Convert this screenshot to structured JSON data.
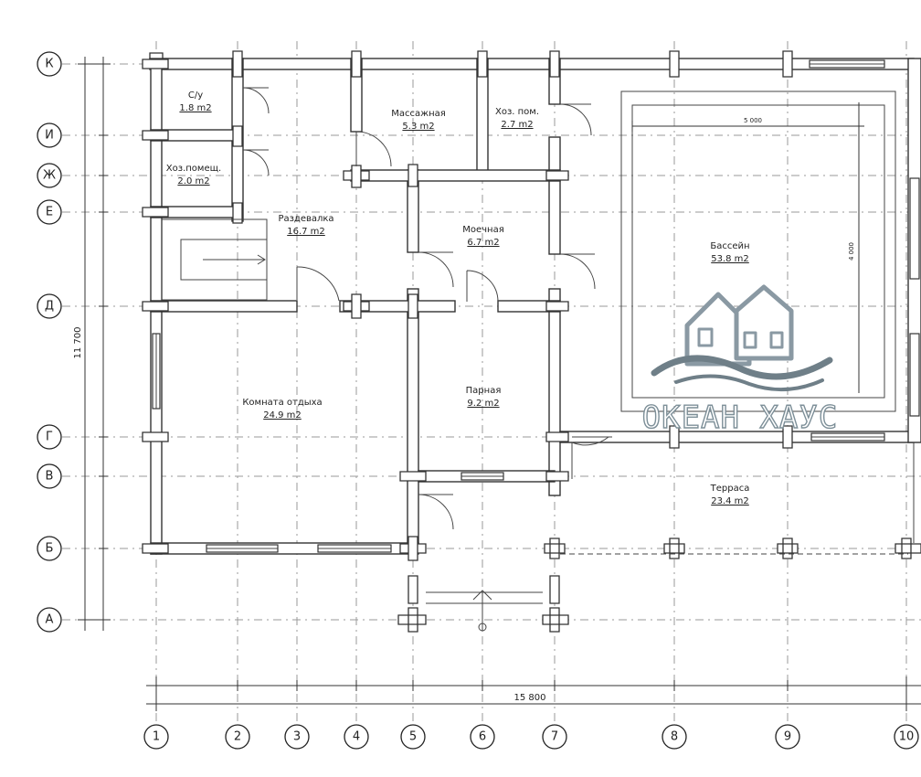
{
  "axes": {
    "rows": [
      "К",
      "И",
      "Ж",
      "Е",
      "Д",
      "Г",
      "В",
      "Б",
      "А"
    ],
    "columns": [
      "1",
      "2",
      "3",
      "4",
      "5",
      "6",
      "7",
      "8",
      "9",
      "10"
    ]
  },
  "rooms": [
    {
      "name": "С/у",
      "area": "1.8 m2"
    },
    {
      "name": "Хоз.помещ.",
      "area": "2.0 m2"
    },
    {
      "name": "Массажная",
      "area": "5.3 m2"
    },
    {
      "name": "Хоз. пом.",
      "area": "2.7 m2"
    },
    {
      "name": "Раздевалка",
      "area": "16.7 m2"
    },
    {
      "name": "Моечная",
      "area": "6.7 m2"
    },
    {
      "name": "Бассейн",
      "area": "53.8 m2"
    },
    {
      "name": "Комната отдыха",
      "area": "24.9 m2"
    },
    {
      "name": "Парная",
      "area": "9.2 m2"
    },
    {
      "name": "Терраса",
      "area": "23.4 m2"
    }
  ],
  "dimensions": {
    "total_width": "15 800",
    "total_height": "11 700",
    "pool_width": "5 000",
    "pool_depth": "4 000"
  },
  "logo": {
    "text": "ОКЕАН ХАУС",
    "colors": {
      "house": "#8a99a3",
      "wave": "#6f7f88"
    }
  }
}
